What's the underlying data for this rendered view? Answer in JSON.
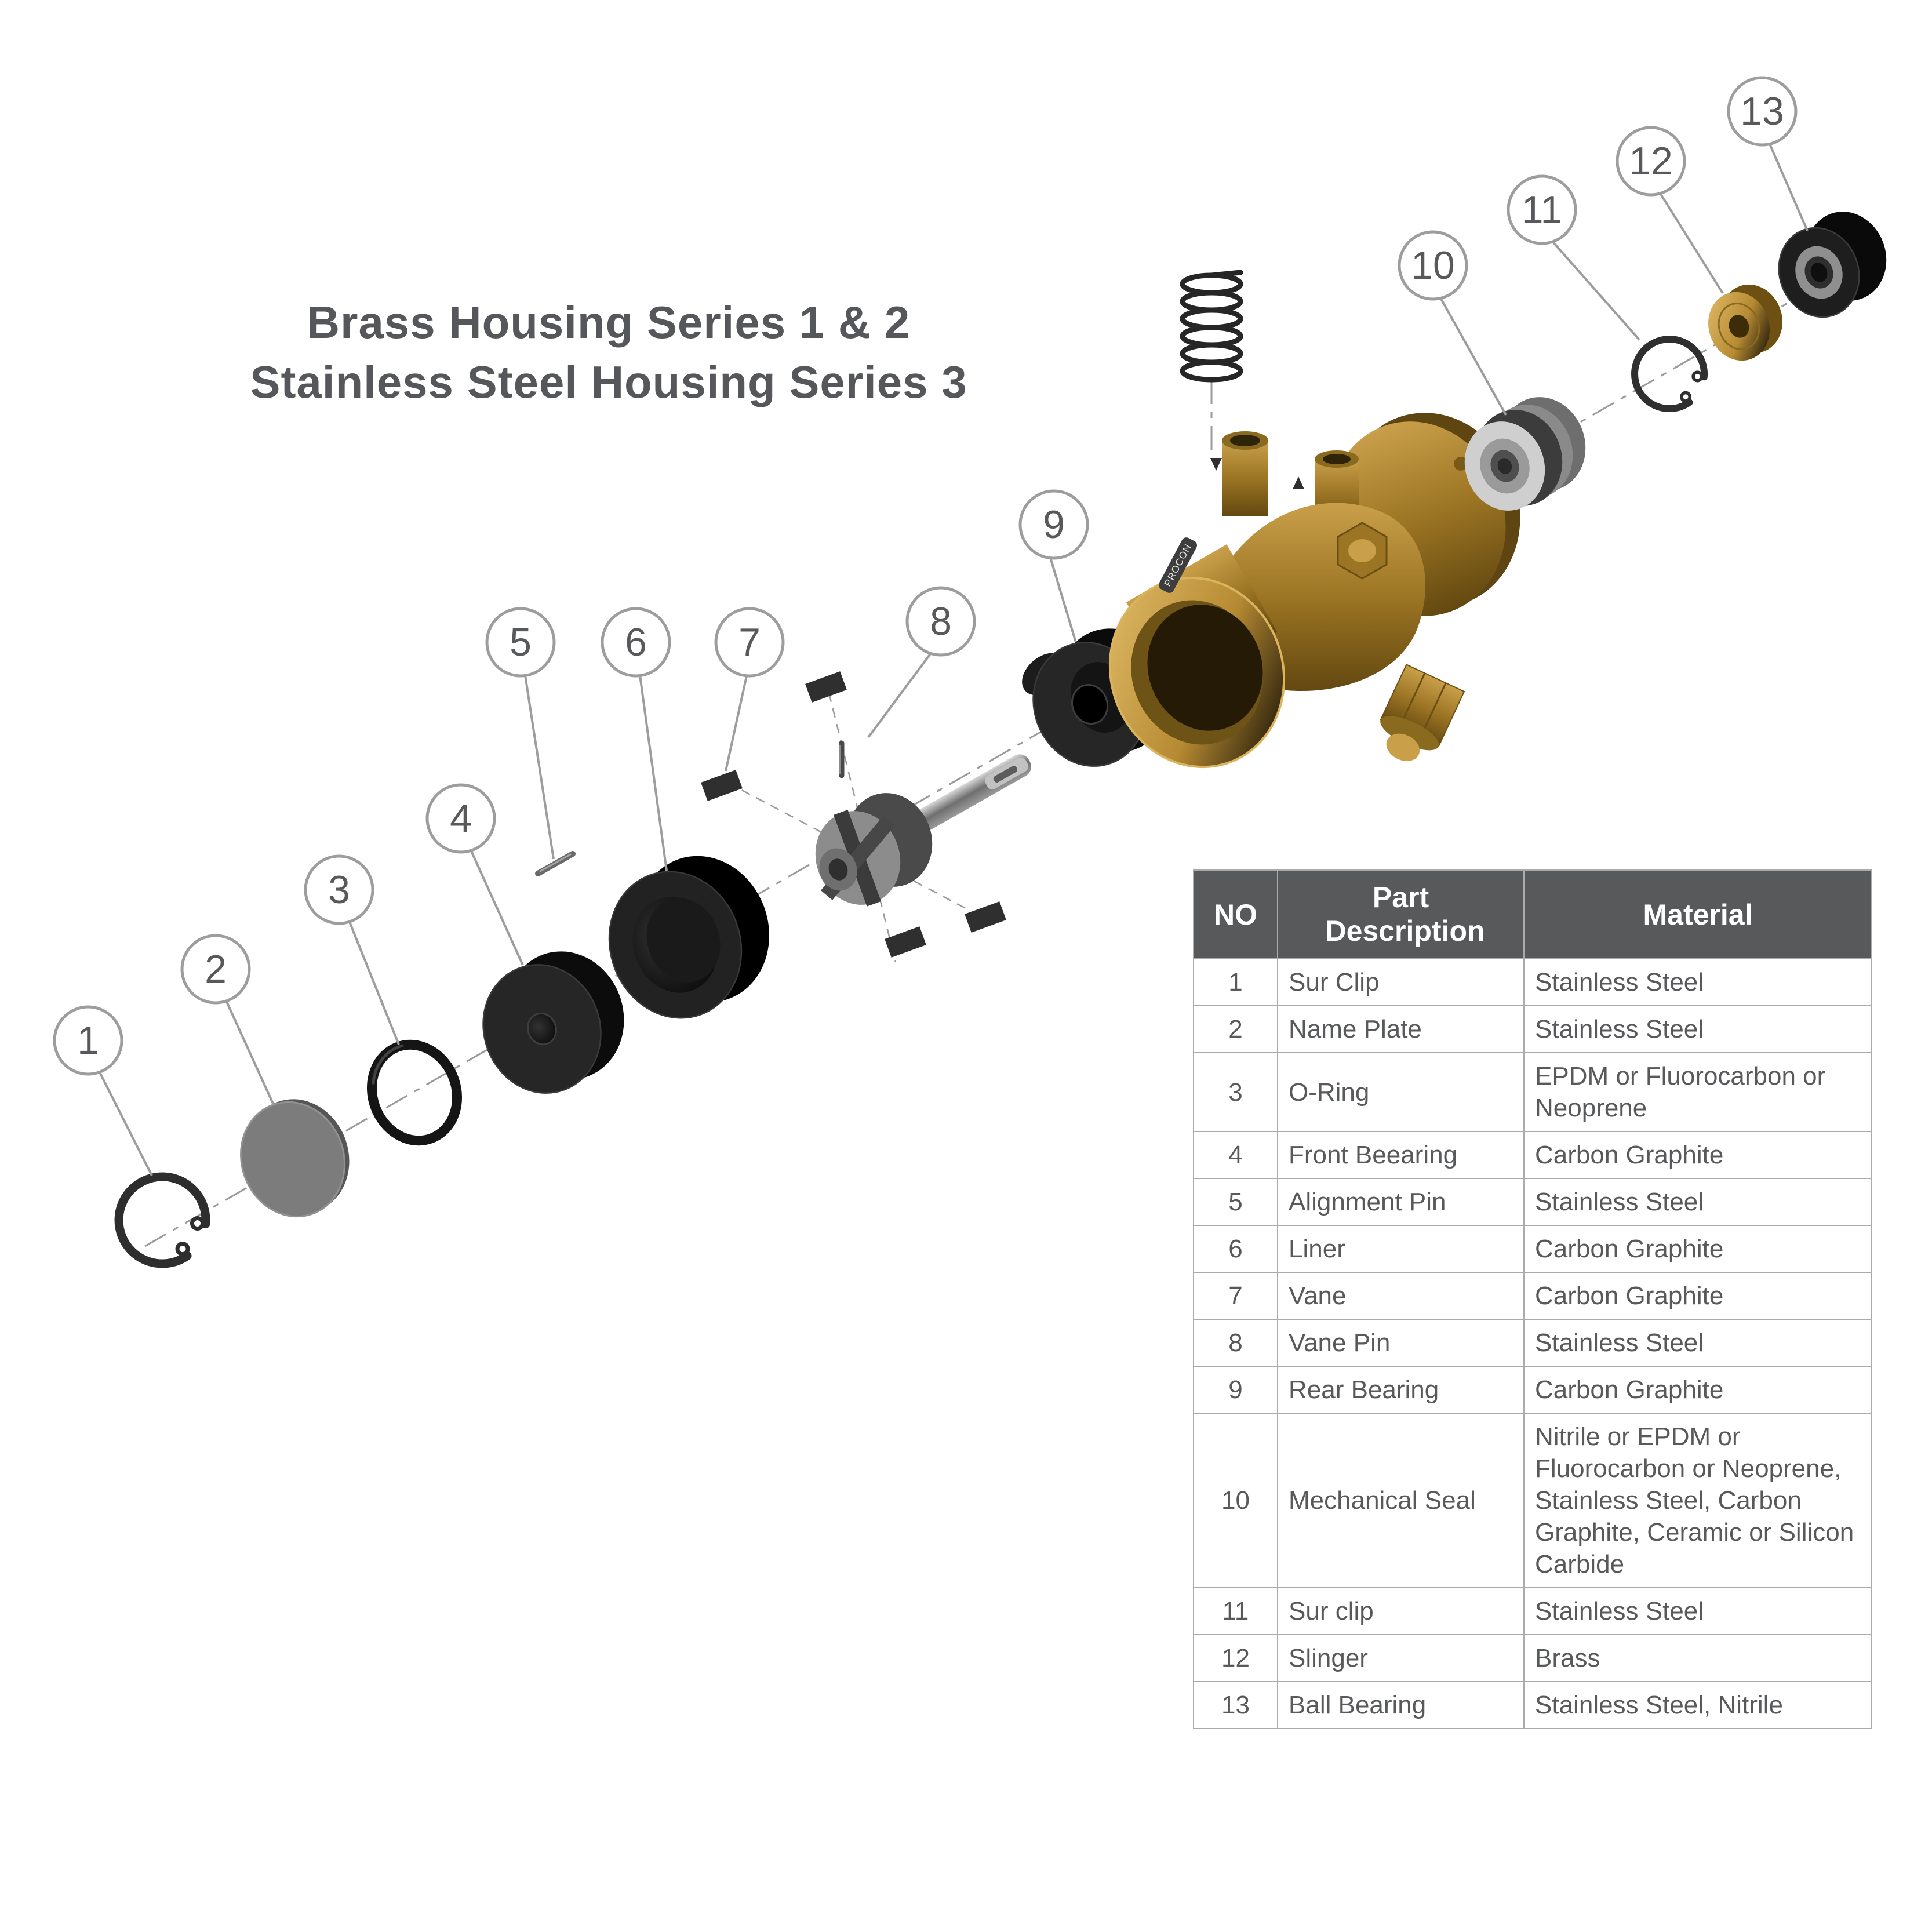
{
  "title": {
    "line1": "Brass Housing Series 1 & 2",
    "line2": "Stainless Steel Housing Series 3"
  },
  "diagram": {
    "housing_label": "PROCON",
    "callouts": [
      {
        "label": "1"
      },
      {
        "label": "2"
      },
      {
        "label": "3"
      },
      {
        "label": "4"
      },
      {
        "label": "5"
      },
      {
        "label": "6"
      },
      {
        "label": "7"
      },
      {
        "label": "8"
      },
      {
        "label": "9"
      },
      {
        "label": "10"
      },
      {
        "label": "11"
      },
      {
        "label": "12"
      },
      {
        "label": "13"
      }
    ]
  },
  "table": {
    "headers": {
      "no": "NO",
      "part": "Part Description",
      "material": "Material"
    },
    "rows": [
      {
        "no": "1",
        "part": "Sur Clip",
        "material": "Stainless Steel"
      },
      {
        "no": "2",
        "part": "Name Plate",
        "material": "Stainless Steel"
      },
      {
        "no": "3",
        "part": "O-Ring",
        "material": "EPDM or Fluorocarbon or Neoprene"
      },
      {
        "no": "4",
        "part": "Front Beearing",
        "material": "Carbon Graphite"
      },
      {
        "no": "5",
        "part": "Alignment Pin",
        "material": "Stainless Steel"
      },
      {
        "no": "6",
        "part": "Liner",
        "material": "Carbon Graphite"
      },
      {
        "no": "7",
        "part": "Vane",
        "material": "Carbon Graphite"
      },
      {
        "no": "8",
        "part": "Vane Pin",
        "material": "Stainless Steel"
      },
      {
        "no": "9",
        "part": "Rear Bearing",
        "material": "Carbon Graphite"
      },
      {
        "no": "10",
        "part": "Mechanical Seal",
        "material": "Nitrile or EPDM or Fluorocarbon or Neoprene, Stainless Steel, Carbon Graphite, Ceramic or Silicon Carbide"
      },
      {
        "no": "11",
        "part": "Sur clip",
        "material": "Stainless Steel"
      },
      {
        "no": "12",
        "part": "Slinger",
        "material": "Brass"
      },
      {
        "no": "13",
        "part": "Ball Bearing",
        "material": "Stainless Steel, Nitrile"
      }
    ]
  },
  "colors": {
    "accent": "#58595B",
    "table_border": "#ABABAB",
    "callout_stroke": "#9D9D9D",
    "brass": "#A8802C",
    "dark_part": "#1E1E1E"
  }
}
